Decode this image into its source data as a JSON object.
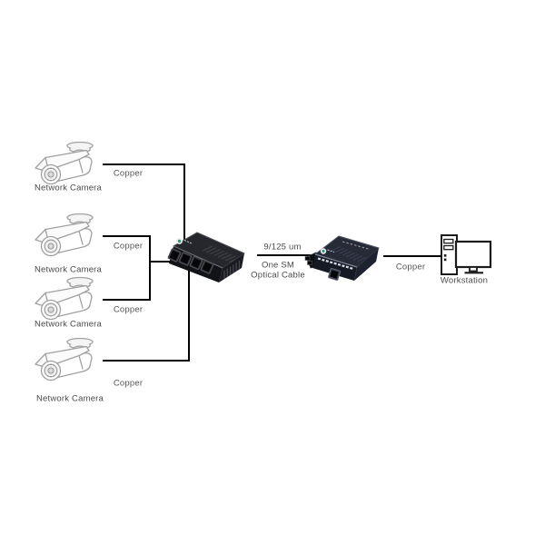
{
  "diagram": {
    "type": "network-topology",
    "colors": {
      "wire": "#000000",
      "text": "#4a4a4a",
      "converter_body": "#17191f",
      "converter_body_navy": "#1d2230",
      "camera_outline": "#a0a0a0"
    },
    "icons": {
      "camera": "bullet-camera-icon",
      "converter_left": "media-converter-4port-icon",
      "converter_right": "media-converter-icon",
      "workstation": "workstation-icon"
    }
  },
  "cameras": [
    {
      "label": "Network Camera",
      "cable_label": "Copper"
    },
    {
      "label": "Network Camera",
      "cable_label": "Copper"
    },
    {
      "label": "Network Camera",
      "cable_label": "Copper"
    },
    {
      "label": "Network Camera",
      "cable_label": "Copper"
    }
  ],
  "fiber_link": {
    "top_label": "9/125 um",
    "mid_label": "One SM",
    "bottom_label": "Optical Cable"
  },
  "workstation_link": {
    "cable_label": "Copper"
  },
  "workstation": {
    "label": "Workstation"
  }
}
